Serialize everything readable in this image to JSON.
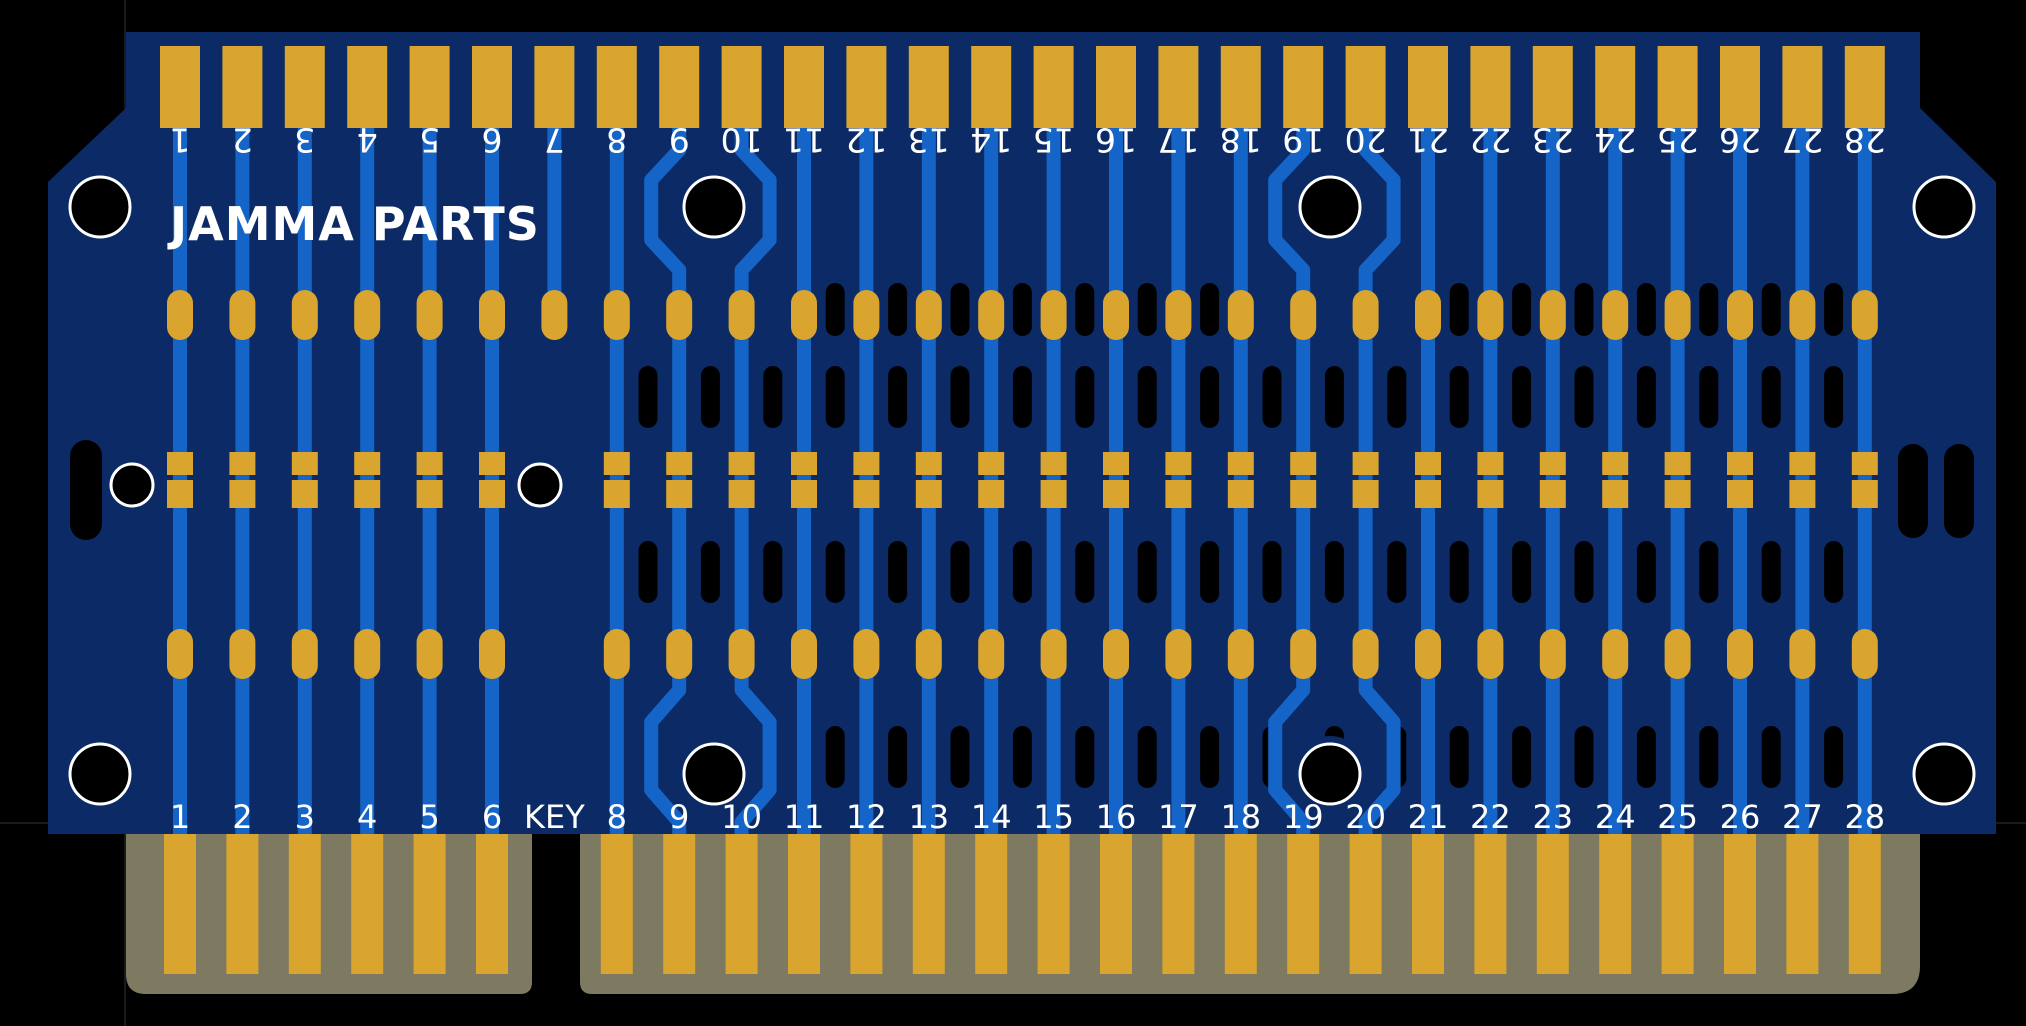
{
  "board": {
    "title": "JAMMA PARTS",
    "top_pins": [
      "1",
      "2",
      "3",
      "4",
      "5",
      "6",
      "7",
      "8",
      "9",
      "10",
      "11",
      "12",
      "13",
      "14",
      "15",
      "16",
      "17",
      "18",
      "19",
      "20",
      "21",
      "22",
      "23",
      "24",
      "25",
      "26",
      "27",
      "28"
    ],
    "bottom_pins": [
      "1",
      "2",
      "3",
      "4",
      "5",
      "6",
      "KEY",
      "8",
      "9",
      "10",
      "11",
      "12",
      "13",
      "14",
      "15",
      "16",
      "17",
      "18",
      "19",
      "20",
      "21",
      "22",
      "23",
      "24",
      "25",
      "26",
      "27",
      "28"
    ],
    "key_position": "7",
    "colors": {
      "background": "#000000",
      "board": "#0b2a66",
      "trace": "#1565c8",
      "pad": "#d9a52e",
      "finger_substrate": "#7e7a62",
      "slot": "#000000",
      "silkscreen": "#ffffff"
    }
  }
}
